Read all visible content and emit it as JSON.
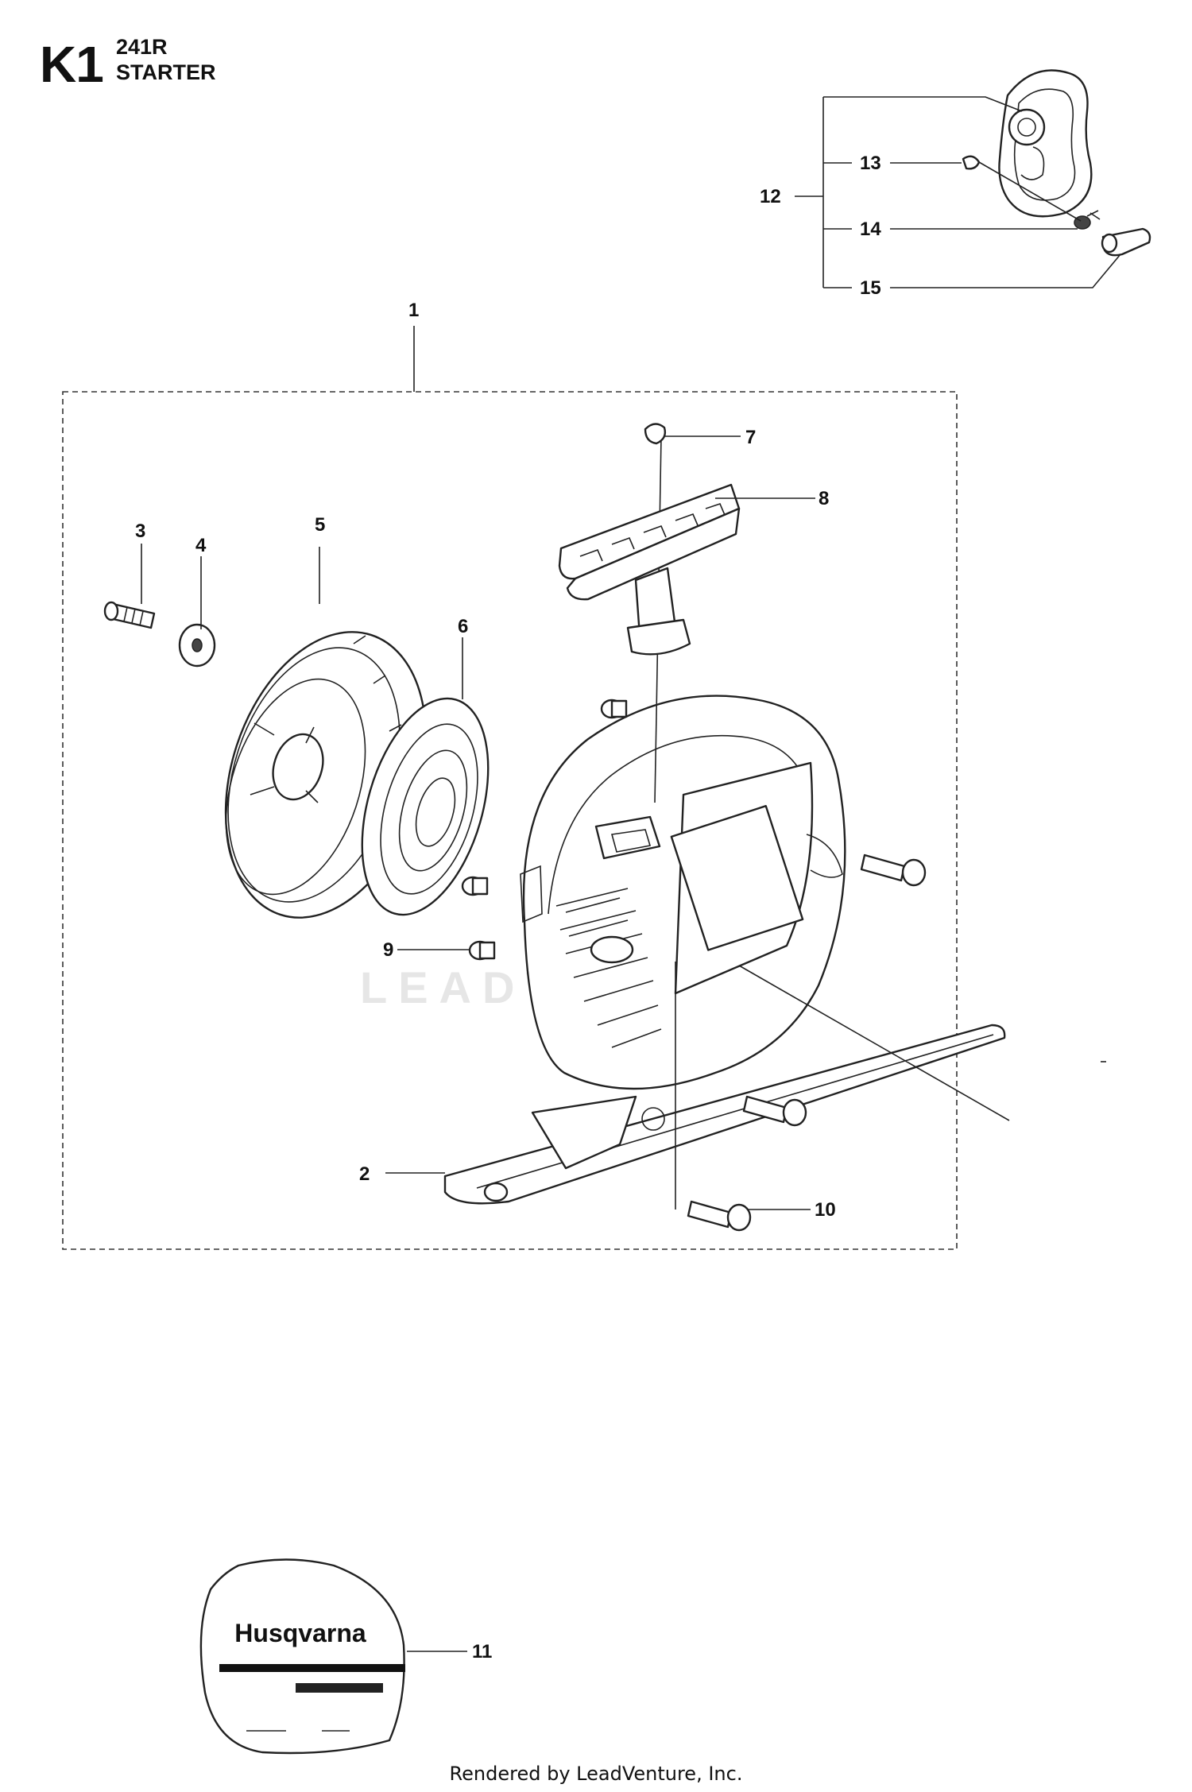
{
  "header": {
    "code": "K1",
    "model": "241R",
    "name": "STARTER"
  },
  "callouts": {
    "c1": "1",
    "c2": "2",
    "c3": "3",
    "c4": "4",
    "c5": "5",
    "c6": "6",
    "c7": "7",
    "c8": "8",
    "c9": "9",
    "c10": "10",
    "c11": "11",
    "c12": "12",
    "c13": "13",
    "c14": "14",
    "c15": "15"
  },
  "decal": {
    "brand": "Husqvarna"
  },
  "watermark": "LEADVENTURE",
  "footer": "Rendered by LeadVenture, Inc."
}
